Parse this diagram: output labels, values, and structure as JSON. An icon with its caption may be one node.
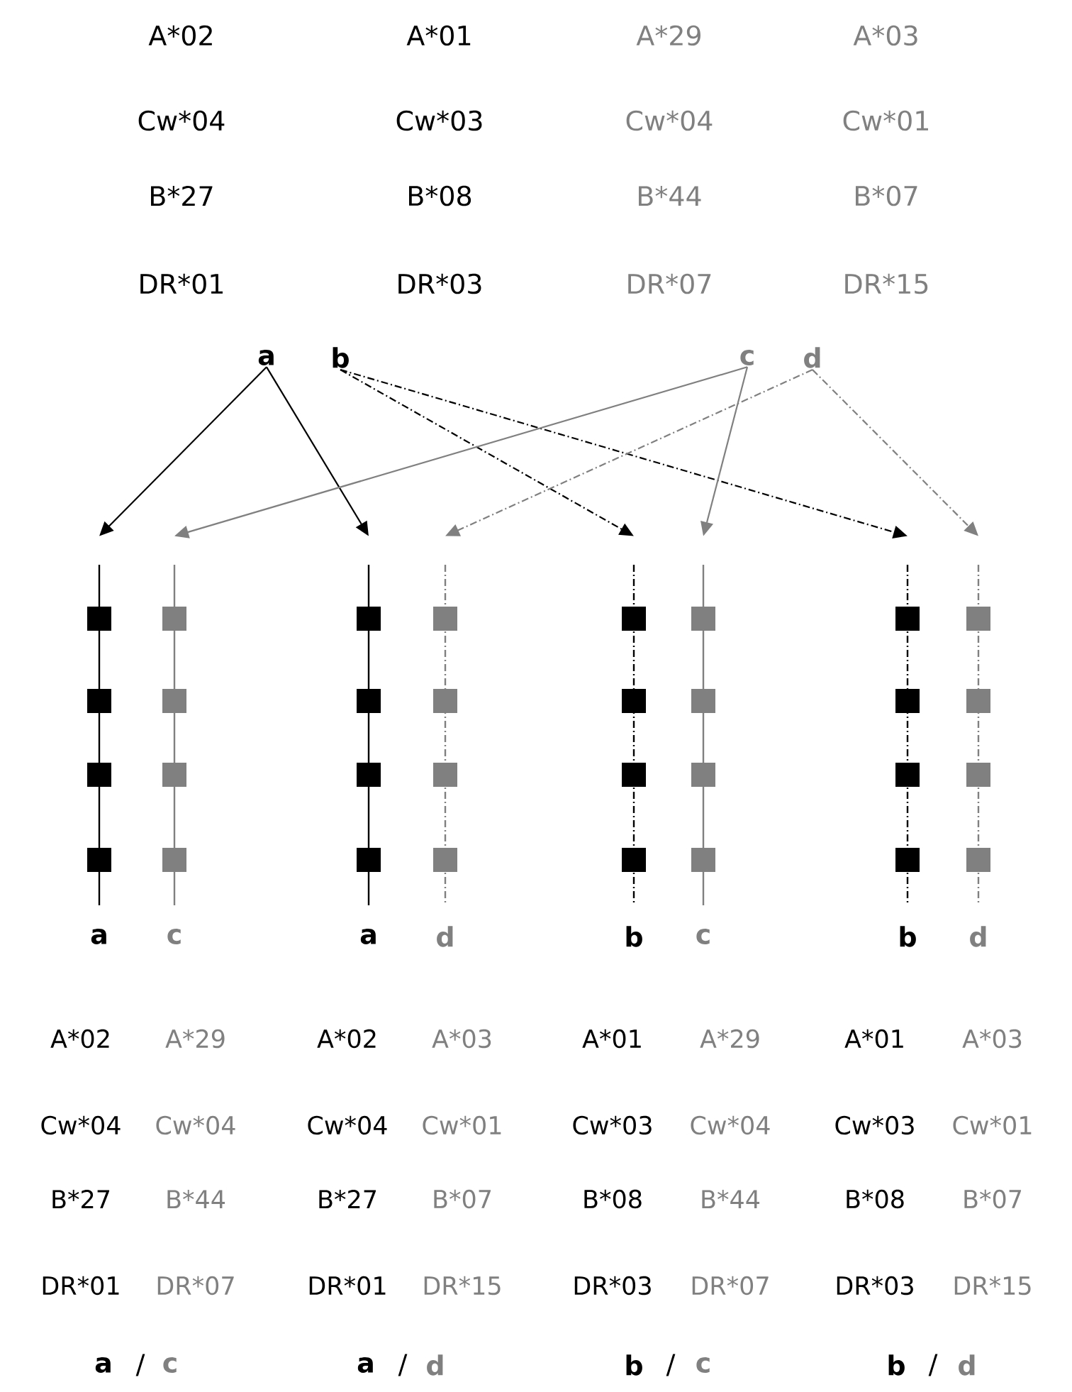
{
  "diagram": {
    "nodes": [
      {
        "text": [
          "a"
        ]
      },
      {
        "text": [
          "b"
        ]
      },
      {
        "text": [
          "c"
        ]
      },
      {
        "text": [
          "d"
        ]
      },
      {
        "text": [],
        "shape": "bar",
        "beside": [
          "a"
        ]
      },
      {
        "text": [],
        "shape": "bar",
        "beside": [
          "c"
        ]
      },
      {
        "text": [],
        "shape": "bar",
        "beside": [
          "a"
        ]
      },
      {
        "text": [],
        "shape": "bar",
        "beside": [
          "d"
        ]
      },
      {
        "text": [],
        "shape": "bar",
        "beside": [
          "b"
        ]
      },
      {
        "text": [],
        "shape": "bar",
        "beside": [
          "c"
        ]
      },
      {
        "text": [],
        "shape": "bar",
        "beside": [
          "b"
        ]
      },
      {
        "text": [],
        "shape": "bar",
        "beside": [
          "d"
        ]
      }
    ],
    "edges": [
      {
        "from": 0,
        "to": 4,
        "arrow": "to"
      },
      {
        "from": 0,
        "to": 6,
        "arrow": "to"
      },
      {
        "from": 1,
        "to": 8,
        "arrow": "to",
        "style": "dashed"
      },
      {
        "from": 1,
        "to": 10,
        "arrow": "to",
        "style": "dashed"
      },
      {
        "from": 2,
        "to": 5,
        "arrow": "to",
        "color": "#808080"
      },
      {
        "from": 2,
        "to": 9,
        "arrow": "to",
        "color": "#808080"
      },
      {
        "from": 3,
        "to": 7,
        "arrow": "to",
        "style": "dashed",
        "color": "#808080"
      },
      {
        "from": 3,
        "to": 11,
        "arrow": "to",
        "style": "dashed",
        "color": "#808080"
      }
    ],
    "labels": [
      "A*02",
      "A*01",
      "A*29",
      "A*03",
      "Cw*04",
      "Cw*03",
      "Cw*04",
      "Cw*01",
      "B*27",
      "B*08",
      "B*44",
      "B*07",
      "DR*01",
      "DR*03",
      "DR*07",
      "DR*15",
      "A*02",
      "A*29",
      "A*02",
      "A*03",
      "A*01",
      "A*29",
      "A*01",
      "A*03",
      "Cw*04",
      "Cw*04",
      "Cw*04",
      "Cw*01",
      "Cw*03",
      "Cw*04",
      "Cw*03",
      "Cw*01",
      "B*27",
      "B*44",
      "B*27",
      "B*07",
      "B*08",
      "B*44",
      "B*08",
      "B*07",
      "DR*01",
      "DR*07",
      "DR*01",
      "DR*15",
      "DR*03",
      "DR*07",
      "DR*03",
      "DR*15",
      "a",
      "/",
      "c",
      "a",
      "/",
      "d",
      "b",
      "/",
      "c",
      "b",
      "/",
      "d"
    ]
  }
}
